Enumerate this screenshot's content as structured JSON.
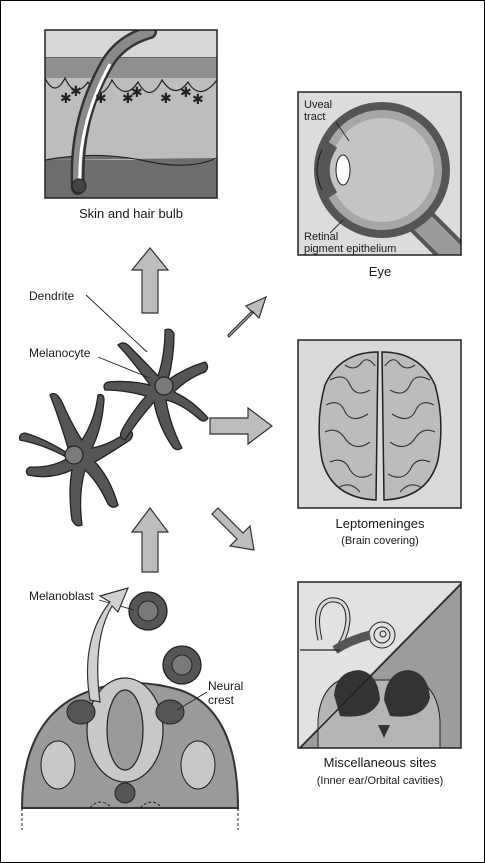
{
  "labels": {
    "skin": "Skin and hair bulb",
    "eye": "Eye",
    "uveal_line1": "Uveal",
    "uveal_line2": "tract",
    "retinal_line1": "Retinal",
    "retinal_line2": "pigment epithelium",
    "dendrite": "Dendrite",
    "melanocyte": "Melanocyte",
    "leptomeninges": "Leptomeninges",
    "leptomeninges_sub": "(Brain covering)",
    "melanoblast": "Melanoblast",
    "neural_crest_line1": "Neural",
    "neural_crest_line2": "crest",
    "misc": "Miscellaneous sites",
    "misc_sub": "(Inner ear/Orbital cavities)"
  },
  "colors": {
    "dark_gray": "#555555",
    "mid_gray": "#9a9a9a",
    "light_gray": "#c8c8c8",
    "outline": "#222222"
  }
}
